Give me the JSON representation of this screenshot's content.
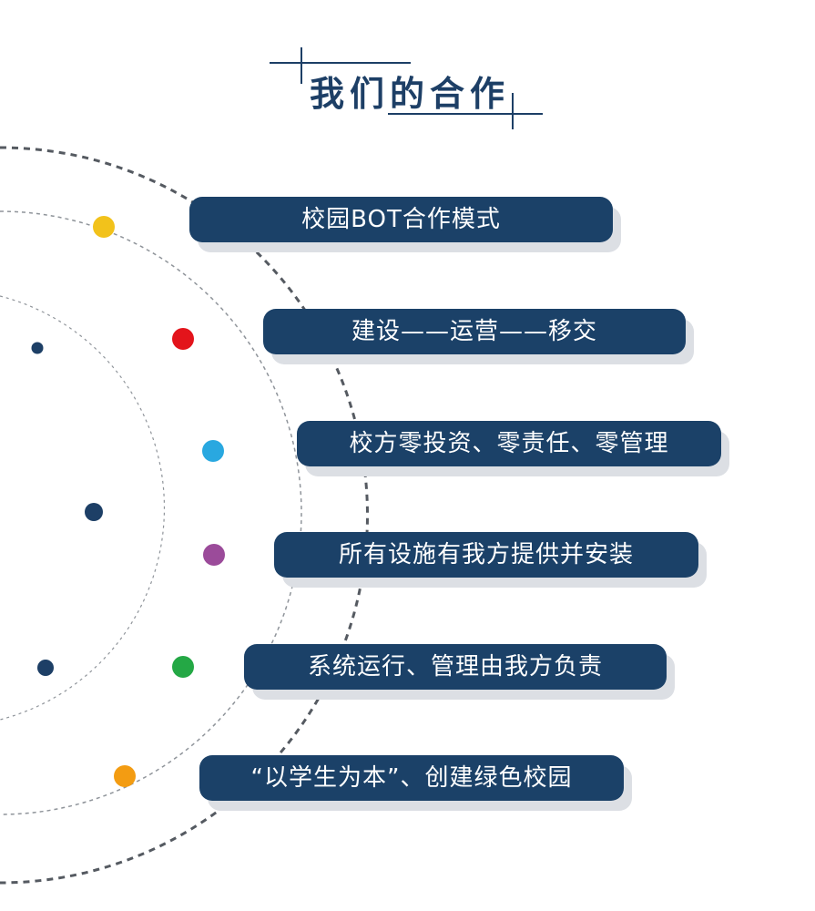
{
  "title": "我们的合作",
  "items": [
    {
      "text": "校园BOT合作模式",
      "dot_color": "#f2c21b"
    },
    {
      "text": "建设——运营——移交",
      "dot_color": "#e3141b"
    },
    {
      "text": "校方零投资、零责任、零管理",
      "dot_color": "#29a8e0"
    },
    {
      "text": "所有设施有我方提供并安装",
      "dot_color": "#9b4b9a"
    },
    {
      "text": "系统运行、管理由我方负责",
      "dot_color": "#24a845"
    },
    {
      "text": "“以学生为本”、创建绿色校园",
      "dot_color": "#f39c12"
    }
  ],
  "colors": {
    "pill": "#1b4168",
    "shadow": "#dcdfe4",
    "arc_dot": "#1d3f66",
    "arc_line": "#555a61"
  }
}
